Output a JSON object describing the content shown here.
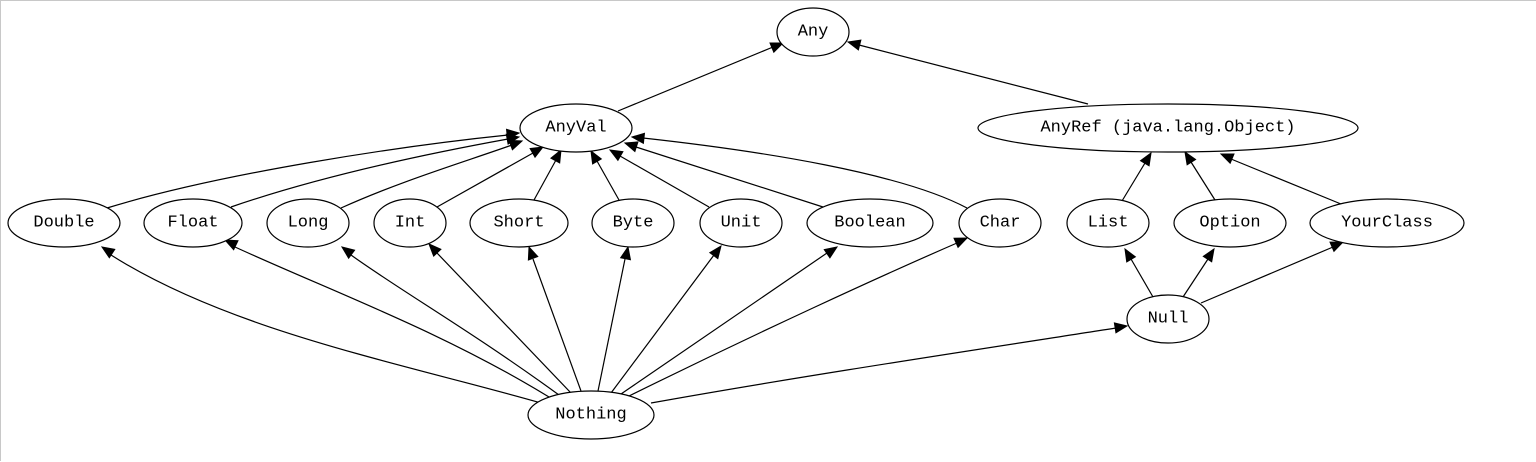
{
  "diagram": {
    "nodes": [
      {
        "id": "any",
        "label": "Any"
      },
      {
        "id": "anyval",
        "label": "AnyVal"
      },
      {
        "id": "anyref",
        "label": "AnyRef (java.lang.Object)"
      },
      {
        "id": "double",
        "label": "Double"
      },
      {
        "id": "float",
        "label": "Float"
      },
      {
        "id": "long",
        "label": "Long"
      },
      {
        "id": "int",
        "label": "Int"
      },
      {
        "id": "short",
        "label": "Short"
      },
      {
        "id": "byte",
        "label": "Byte"
      },
      {
        "id": "unit",
        "label": "Unit"
      },
      {
        "id": "boolean",
        "label": "Boolean"
      },
      {
        "id": "char",
        "label": "Char"
      },
      {
        "id": "list",
        "label": "List"
      },
      {
        "id": "option",
        "label": "Option"
      },
      {
        "id": "yourclass",
        "label": "YourClass"
      },
      {
        "id": "null",
        "label": "Null"
      },
      {
        "id": "nothing",
        "label": "Nothing"
      }
    ],
    "edges": [
      {
        "from": "anyval",
        "to": "any"
      },
      {
        "from": "anyref",
        "to": "any"
      },
      {
        "from": "double",
        "to": "anyval"
      },
      {
        "from": "float",
        "to": "anyval"
      },
      {
        "from": "long",
        "to": "anyval"
      },
      {
        "from": "int",
        "to": "anyval"
      },
      {
        "from": "short",
        "to": "anyval"
      },
      {
        "from": "byte",
        "to": "anyval"
      },
      {
        "from": "unit",
        "to": "anyval"
      },
      {
        "from": "boolean",
        "to": "anyval"
      },
      {
        "from": "char",
        "to": "anyval"
      },
      {
        "from": "list",
        "to": "anyref"
      },
      {
        "from": "option",
        "to": "anyref"
      },
      {
        "from": "yourclass",
        "to": "anyref"
      },
      {
        "from": "null",
        "to": "list"
      },
      {
        "from": "null",
        "to": "option"
      },
      {
        "from": "null",
        "to": "yourclass"
      },
      {
        "from": "nothing",
        "to": "double"
      },
      {
        "from": "nothing",
        "to": "float"
      },
      {
        "from": "nothing",
        "to": "long"
      },
      {
        "from": "nothing",
        "to": "int"
      },
      {
        "from": "nothing",
        "to": "short"
      },
      {
        "from": "nothing",
        "to": "byte"
      },
      {
        "from": "nothing",
        "to": "unit"
      },
      {
        "from": "nothing",
        "to": "boolean"
      },
      {
        "from": "nothing",
        "to": "char"
      },
      {
        "from": "nothing",
        "to": "null"
      }
    ]
  }
}
